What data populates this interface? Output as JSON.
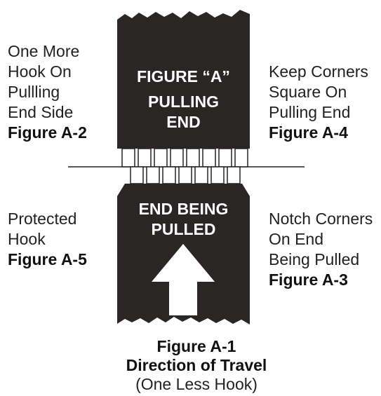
{
  "colors": {
    "belt": "#2b2626",
    "text": "#222222",
    "arrow": "#ffffff",
    "line": "#222222"
  },
  "top_belt": {
    "title": "FIGURE “A”",
    "line1": "PULLING",
    "line2": "END"
  },
  "bottom_belt": {
    "line1": "END BEING",
    "line2": "PULLED"
  },
  "labels": {
    "top_left": {
      "lines": [
        "One More",
        "Hook On",
        "Pullling",
        "End Side"
      ],
      "figure": "Figure A-2"
    },
    "top_right": {
      "lines": [
        "Keep Corners",
        "Square On",
        "Pulling End"
      ],
      "figure": "Figure A-4"
    },
    "bottom_left": {
      "lines": [
        "Protected",
        "Hook"
      ],
      "figure": "Figure A-5"
    },
    "bottom_right": {
      "lines": [
        "Notch Corners",
        "On End",
        "Being Pulled"
      ],
      "figure": "Figure A-3"
    }
  },
  "caption": {
    "figure": "Figure A-1",
    "title": "Direction of Travel",
    "note": "(One Less Hook)"
  },
  "icons": {
    "arrow": "up-arrow-icon"
  }
}
